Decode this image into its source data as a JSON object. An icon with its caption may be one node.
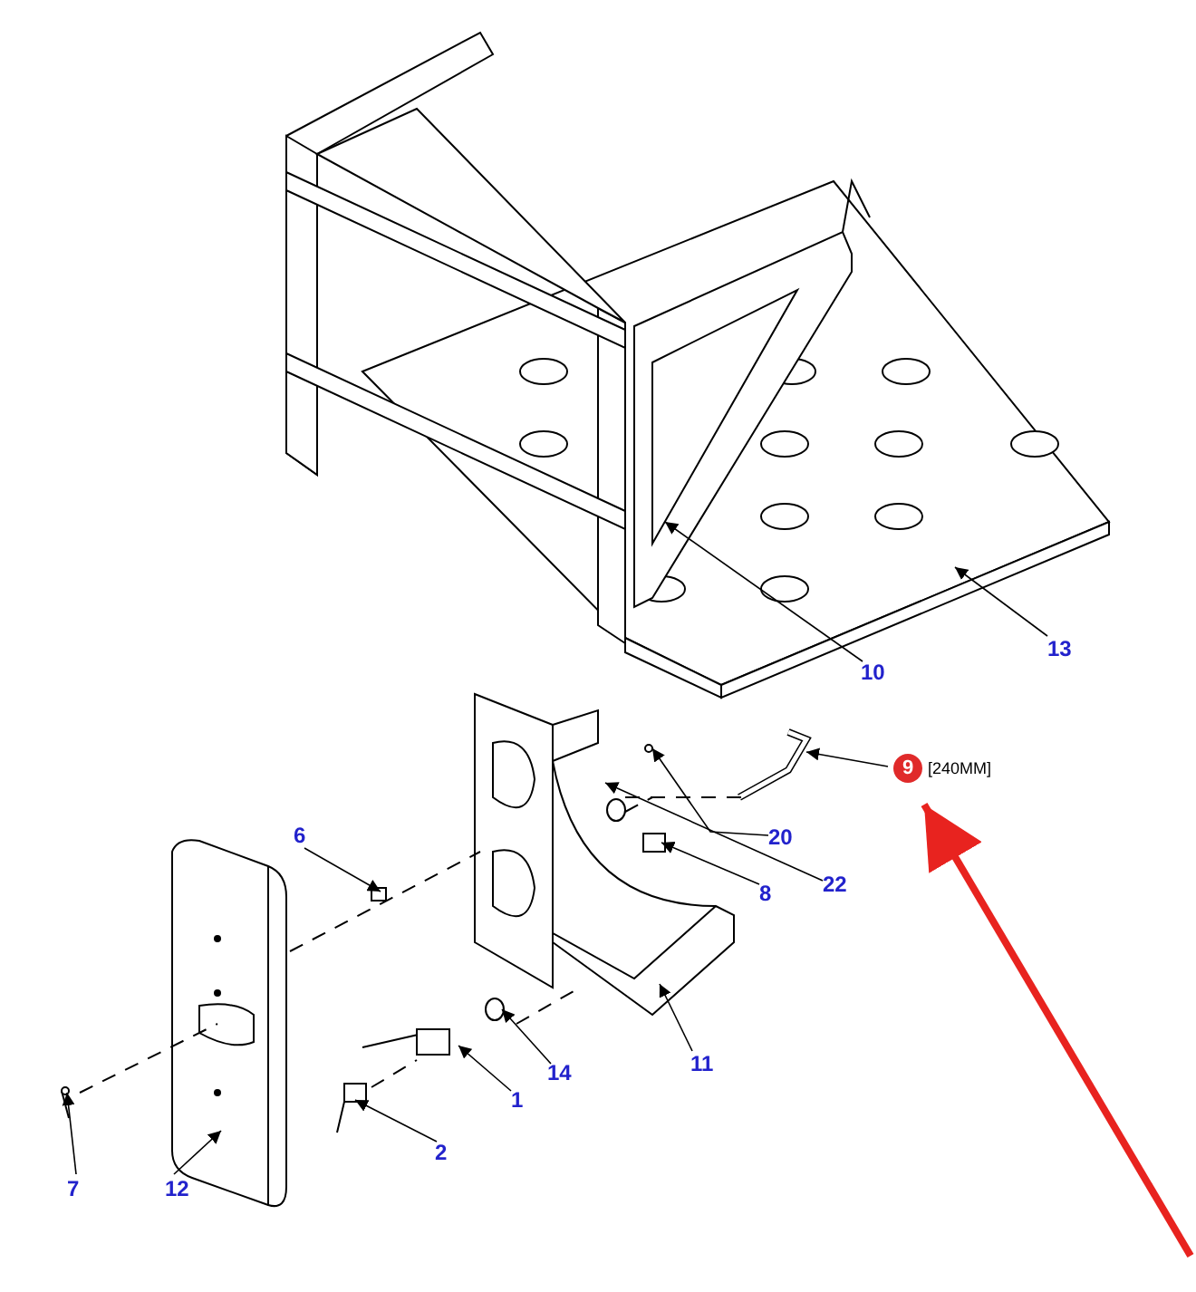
{
  "diagram": {
    "nodes": [
      {
        "text": [
          "10"
        ]
      },
      {
        "text": [
          "13"
        ]
      },
      {
        "text": [
          "9"
        ],
        "beside": [
          "[240MM]"
        ]
      },
      {
        "text": [
          "20"
        ]
      },
      {
        "text": [
          "22"
        ]
      },
      {
        "text": [
          "8"
        ]
      },
      {
        "text": [
          "6"
        ]
      },
      {
        "text": [
          "11"
        ]
      },
      {
        "text": [
          "14"
        ]
      },
      {
        "text": [
          "1"
        ]
      },
      {
        "text": [
          "2"
        ]
      },
      {
        "text": [
          "7"
        ]
      },
      {
        "text": [
          "12"
        ]
      }
    ],
    "edges": [
      {
        "from": 0,
        "to": null,
        "arrow": "to"
      },
      {
        "from": 1,
        "to": null,
        "arrow": "to"
      },
      {
        "from": 2,
        "to": null,
        "arrow": "to"
      },
      {
        "from": 3,
        "to": null,
        "arrow": "to"
      },
      {
        "from": 4,
        "to": null,
        "arrow": "to"
      },
      {
        "from": 5,
        "to": null,
        "arrow": "to"
      },
      {
        "from": 6,
        "to": null,
        "arrow": "to"
      },
      {
        "from": 7,
        "to": null,
        "arrow": "to"
      },
      {
        "from": 8,
        "to": null,
        "arrow": "to"
      },
      {
        "from": 9,
        "to": null,
        "arrow": "to"
      },
      {
        "from": 10,
        "to": null,
        "arrow": "to"
      },
      {
        "from": 11,
        "to": null,
        "arrow": "to"
      },
      {
        "from": 12,
        "to": null,
        "arrow": "to"
      },
      {
        "from": null,
        "to": 2,
        "arrow": "to",
        "style": "thick",
        "color": "#e8231f"
      }
    ]
  }
}
